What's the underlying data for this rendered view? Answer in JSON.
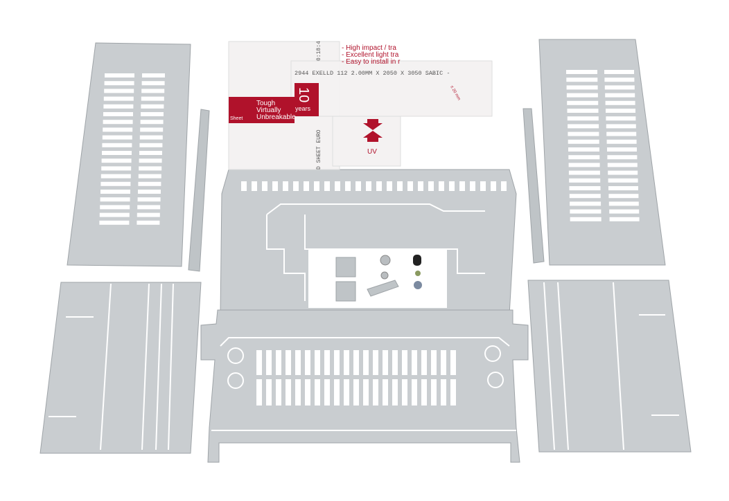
{
  "label_sheet": {
    "bullets": [
      "- High impact / tra",
      "- Excellent light tra",
      "- Easy to install in r"
    ],
    "print_line": "2944 EXELLD 112 2.00MM X 2050 X 3050 SABIC -",
    "side_print": "D SHEET EURO",
    "time_print": "0:18:4",
    "brand_tag": [
      "Tough",
      "Virtually",
      "Unbreakable"
    ],
    "brand_small": "Sheet",
    "warranty_number": "10",
    "warranty_unit": "years",
    "uv_label": "UV",
    "dimension_note": "≤ 20 mm"
  },
  "colors": {
    "metal": "#c9cdd0",
    "accent_red": "#b0122b",
    "background": "#ffffff"
  }
}
